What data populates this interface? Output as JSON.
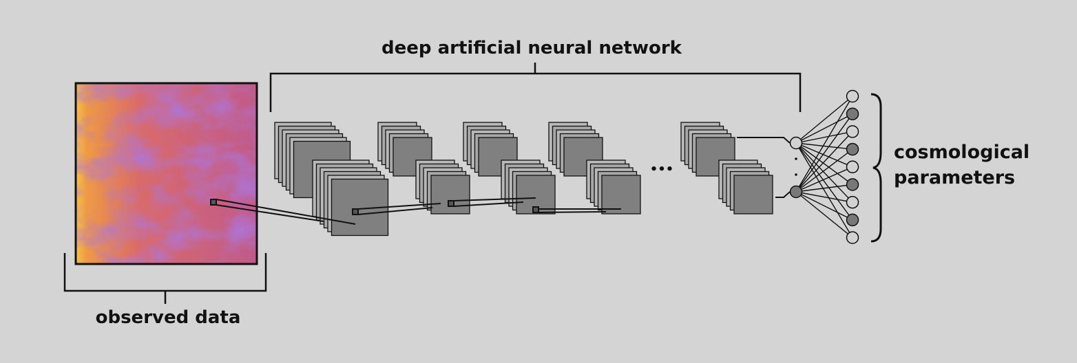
{
  "labels": {
    "network": "deep artificial neural network",
    "observed": "observed data",
    "params_line1": "cosmological",
    "params_line2": "parameters",
    "ellipsis": "•••"
  },
  "colors": {
    "background": "#d4d4d4",
    "map_purple": "#6a2cb0",
    "map_orange": "#f0a040",
    "map_yellow": "#f8e040",
    "feature_map_dark": "#808080",
    "feature_map_light": "#b8b8b8",
    "node_light": "#d2d2d2",
    "node_dark": "#787878",
    "line": "#111111"
  },
  "network": {
    "conv_blocks": 5,
    "output_nodes": 9,
    "hidden_nodes_visible": 2
  }
}
